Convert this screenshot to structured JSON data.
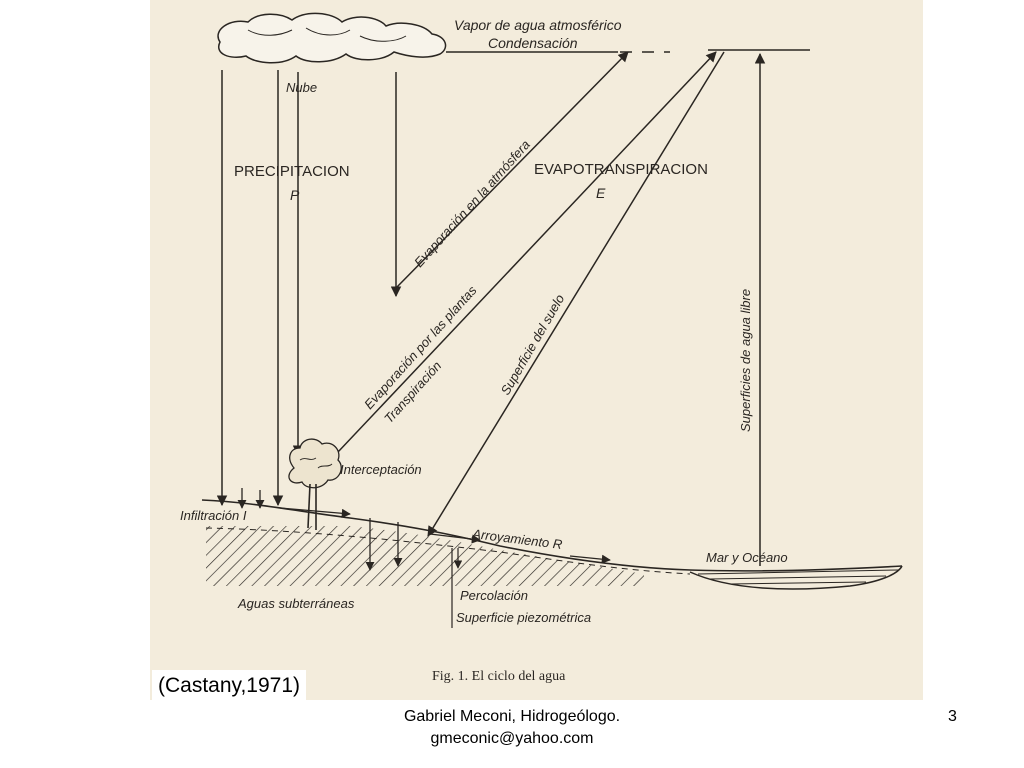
{
  "slide": {
    "source_label": "(Castany,1971)",
    "footer_line1": "Gabriel Meconi, Hidrogeólogo.",
    "footer_line2": "gmeconic@yahoo.com",
    "page_number": "3"
  },
  "figure": {
    "labels": {
      "vapor": "Vapor de agua atmosférico",
      "condensacion": "Condensación",
      "nube": "Nube",
      "precipitacion": "PRECIPITACION",
      "p": "P",
      "evapotranspiracion": "EVAPOTRANSPIRACION",
      "e": "E",
      "evap_atmosfera": "Evaporación en la atmósfera",
      "evap_plantas": "Evaporación por las plantas",
      "transpiracion": "Transpiración",
      "superficie_suelo": "Superficie del suelo",
      "superficie_agua": "Superficies de agua libre",
      "interceptacion": "Interceptación",
      "infiltracion": "Infiltración I",
      "arroyamiento": "Arroyamiento R",
      "mar": "Mar y Océano",
      "aguas_subterraneas": "Aguas subterráneas",
      "percolacion": "Percolación",
      "superficie_piezometrica": "Superficie piezométrica",
      "fig_caption": "Fig. 1.  El ciclo del agua"
    },
    "colors": {
      "paper": "#f3ecdc",
      "ink": "#2a2622"
    }
  }
}
